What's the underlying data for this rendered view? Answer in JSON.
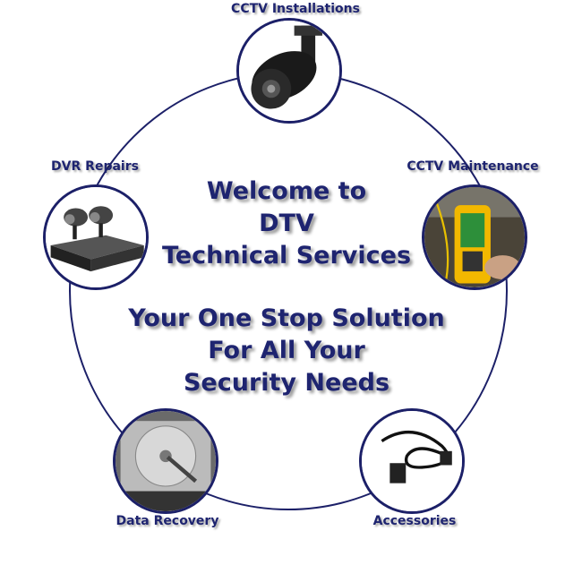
{
  "services": [
    {
      "label": "CCTV Installations",
      "icon": "cctv-camera"
    },
    {
      "label": "DVR Repairs",
      "icon": "dvr-recorder"
    },
    {
      "label": "CCTV Maintenance",
      "icon": "network-tester"
    },
    {
      "label": "Data Recovery",
      "icon": "hard-drive"
    },
    {
      "label": "Accessories",
      "icon": "power-cable"
    }
  ],
  "welcome": {
    "line1": "Welcome to",
    "line2": "DTV",
    "line3": "Technical Services"
  },
  "tagline": {
    "line1": "Your One Stop Solution",
    "line2": "For All Your",
    "line3": "Security Needs"
  },
  "colors": {
    "primary": "#1e2470"
  }
}
